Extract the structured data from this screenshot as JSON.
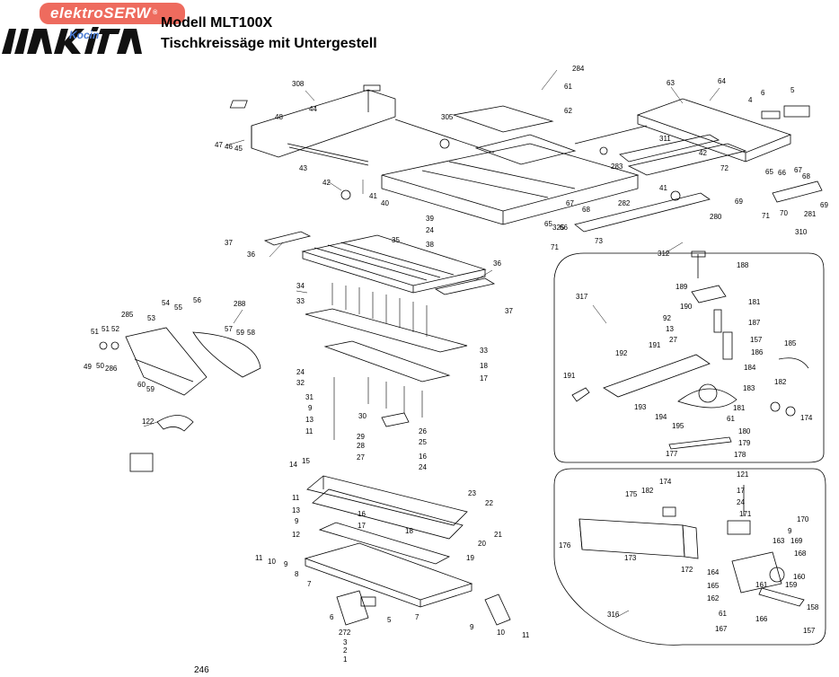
{
  "header": {
    "badge_text": "elektroSERW",
    "badge_reg": "®",
    "badge_sub": "Kocin",
    "brand": "makita",
    "title": "Modell MLT100X",
    "subtitle": "Tischkreissäge mit Untergestell"
  },
  "page_number": "246",
  "colors": {
    "badge": "#ee6b5e",
    "badge_sub": "#4a7bd3",
    "line": "#000000"
  },
  "callouts": {
    "308": "308",
    "44": "44",
    "48": "48",
    "47": "47",
    "46": "46",
    "45": "45",
    "43": "43",
    "42": "42",
    "41": "41",
    "40": "40",
    "305": "305",
    "284": "284",
    "61": "61",
    "62": "62",
    "63": "63",
    "64": "64",
    "4": "4",
    "6": "6",
    "5": "5",
    "311": "311",
    "72": "72",
    "283": "283",
    "65": "65",
    "66": "66",
    "67": "67",
    "68": "68",
    "69": "69",
    "71": "71",
    "70": "70",
    "281": "281",
    "310": "310",
    "282": "282",
    "280": "280",
    "325": "325",
    "73": "73",
    "312": "312",
    "39": "39",
    "24": "24",
    "38": "38",
    "37": "37",
    "36": "36",
    "35": "35",
    "34": "34",
    "33": "33",
    "32": "32",
    "31": "31",
    "9": "9",
    "13": "13",
    "11": "11",
    "18": "18",
    "17": "17",
    "30": "30",
    "29": "29",
    "28": "28",
    "27": "27",
    "26": "26",
    "25": "25",
    "16": "16",
    "14": "14",
    "15": "15",
    "23": "23",
    "22": "22",
    "12": "12",
    "21": "21",
    "20": "20",
    "19": "19",
    "10": "10",
    "8": "8",
    "7": "7",
    "6b": "6",
    "5b": "5",
    "272": "272",
    "3": "3",
    "2": "2",
    "1": "1",
    "54": "54",
    "55": "55",
    "56": "56",
    "288": "288",
    "53": "53",
    "285": "285",
    "51": "51",
    "52": "52",
    "57": "57",
    "59": "59",
    "58": "58",
    "49": "49",
    "50": "50",
    "286": "286",
    "60": "60",
    "122": "122",
    "317": "317",
    "188": "188",
    "189": "189",
    "181": "181",
    "190": "190",
    "92": "92",
    "187": "187",
    "157": "157",
    "186": "186",
    "191": "191",
    "192": "192",
    "184": "184",
    "185": "185",
    "183": "183",
    "182": "182",
    "193": "193",
    "194": "194",
    "174": "174",
    "195": "195",
    "180": "180",
    "179": "179",
    "177": "177",
    "178": "178",
    "121": "121",
    "175": "175",
    "173": "173",
    "176": "176",
    "172": "172",
    "171": "171",
    "170": "170",
    "169": "169",
    "163": "163",
    "168": "168",
    "164": "164",
    "165": "165",
    "160": "160",
    "162": "162",
    "161": "161",
    "159": "159",
    "158": "158",
    "166": "166",
    "167": "167",
    "316": "316"
  }
}
